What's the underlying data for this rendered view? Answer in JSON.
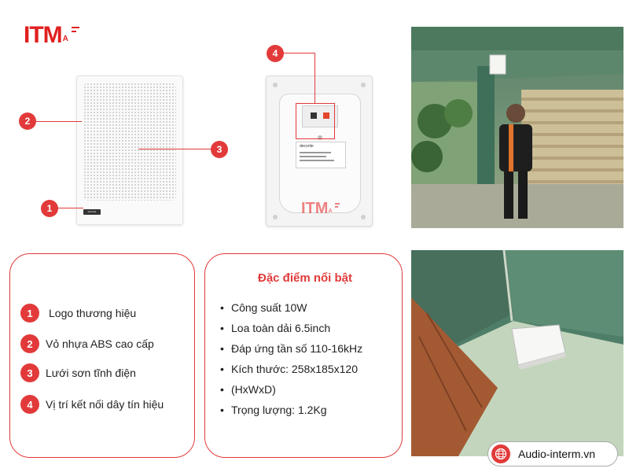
{
  "brand": {
    "logo_main": "ITM",
    "logo_sub": "A",
    "watermark_main": "ITM",
    "watermark_sub": "A"
  },
  "product": {
    "front_badge": "decorite",
    "back_label_brand": "decorite"
  },
  "callouts": [
    "1",
    "2",
    "3",
    "4"
  ],
  "features": [
    {
      "num": "1",
      "text": "Logo thương hiệu"
    },
    {
      "num": "2",
      "text": "Vỏ nhựa ABS cao cấp"
    },
    {
      "num": "3",
      "text": "Lưới sơn tĩnh điện"
    },
    {
      "num": "4",
      "text": "Vị trí kết nối dây tín hiệu"
    }
  ],
  "specs": {
    "title": "Đặc điểm nổi bật",
    "items": [
      "Công suất 10W",
      "Loa toàn dải 6.5inch",
      "Đáp ứng tần số 110-16kHz",
      "Kích thước: 258x185x120",
      "(HxWxD)",
      "Trọng lượng: 1.2Kg"
    ]
  },
  "website": {
    "text": "Audio-interm.vn",
    "icon": "globe-icon"
  },
  "colors": {
    "accent": "#e23a3a",
    "logo_red": "#e02020"
  }
}
